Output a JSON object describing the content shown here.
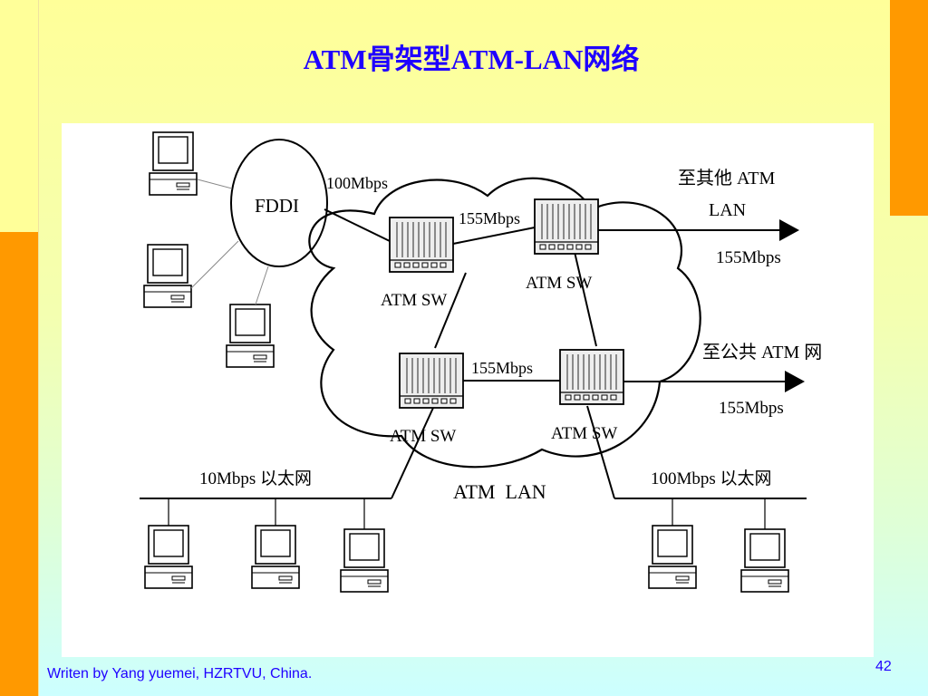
{
  "slide": {
    "title": "ATM骨架型ATM-LAN网络",
    "footer": "Writen by Yang yuemei, HZRTVU, China.",
    "page_number": "42"
  },
  "diagram": {
    "fddi_label": "FDDI",
    "fddi_link_label": "100Mbps",
    "switch_label": "ATM SW",
    "top_link_label": "155Mbps",
    "bottom_link_label": "155Mbps",
    "uplink_top_dest": "至其他 ATM",
    "uplink_top_dest_line2": "LAN",
    "uplink_top_speed": "155Mbps",
    "uplink_bottom_dest": "至公共 ATM 网",
    "uplink_bottom_speed": "155Mbps",
    "cloud_label": "ATM  LAN",
    "ethernet_left_label": "10Mbps 以太网",
    "ethernet_right_label": "100Mbps 以太网"
  },
  "colors": {
    "title": "#1f00ff",
    "accent_bar": "#ff9900",
    "background_top": "#ffff99",
    "background_bottom": "#ccffff"
  }
}
